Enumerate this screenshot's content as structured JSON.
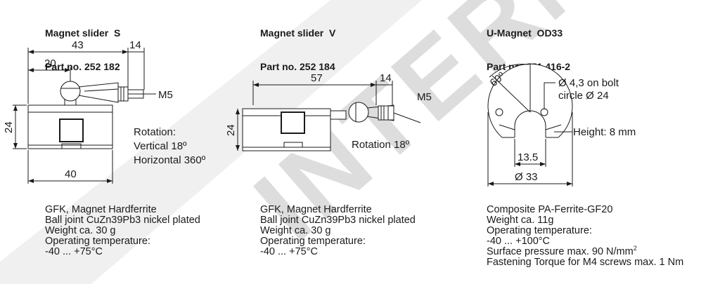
{
  "watermark": {
    "text": "INTERNAL",
    "color": "#bfbfbf"
  },
  "products": [
    {
      "name": "Magnet slider  S",
      "part_no": "Part no. 252 182",
      "dimensions": {
        "d1": "43",
        "d2": "14",
        "d3": "20",
        "d4": "24",
        "d5": "40",
        "thread": "M5"
      },
      "rotation": [
        "Rotation:",
        "Vertical 18º",
        "Horizontal 360º"
      ],
      "specs": [
        "GFK, Magnet Hardferrite",
        "Ball joint CuZn39Pb3 nickel plated",
        "Weight ca. 30 g",
        "Operating temperature:",
        "-40 ... +75°C"
      ]
    },
    {
      "name": "Magnet slider  V",
      "part_no": "Part no. 252 184",
      "dimensions": {
        "d1": "57",
        "d2": "14",
        "d4": "24",
        "thread": "M5"
      },
      "rotation": [
        "Rotation 18º"
      ],
      "specs": [
        "GFK, Magnet Hardferrite",
        "Ball joint CuZn39Pb3 nickel plated",
        "Weight ca. 30 g",
        "Operating temperature:",
        "-40 ... +75°C"
      ]
    },
    {
      "name": "U-Magnet  OD33",
      "part_no": "Part no. 251 416-2",
      "dimensions": {
        "angle": "60º",
        "hole_line1": "Ø 4,3 on bolt",
        "hole_line2": "circle Ø 24",
        "height": "Height: 8 mm",
        "slot": "13.5",
        "diameter": "Ø 33"
      },
      "specs": [
        "Composite PA-Ferrite-GF20",
        "Weight ca. 11g",
        "Operating temperature:",
        "-40 ... +100°C"
      ],
      "surface_pressure": {
        "text": "Surface pressure max. 90 N/mm",
        "sup": "2"
      },
      "torque": "Fastening Torque for M4 screws max. 1 Nm"
    }
  ]
}
